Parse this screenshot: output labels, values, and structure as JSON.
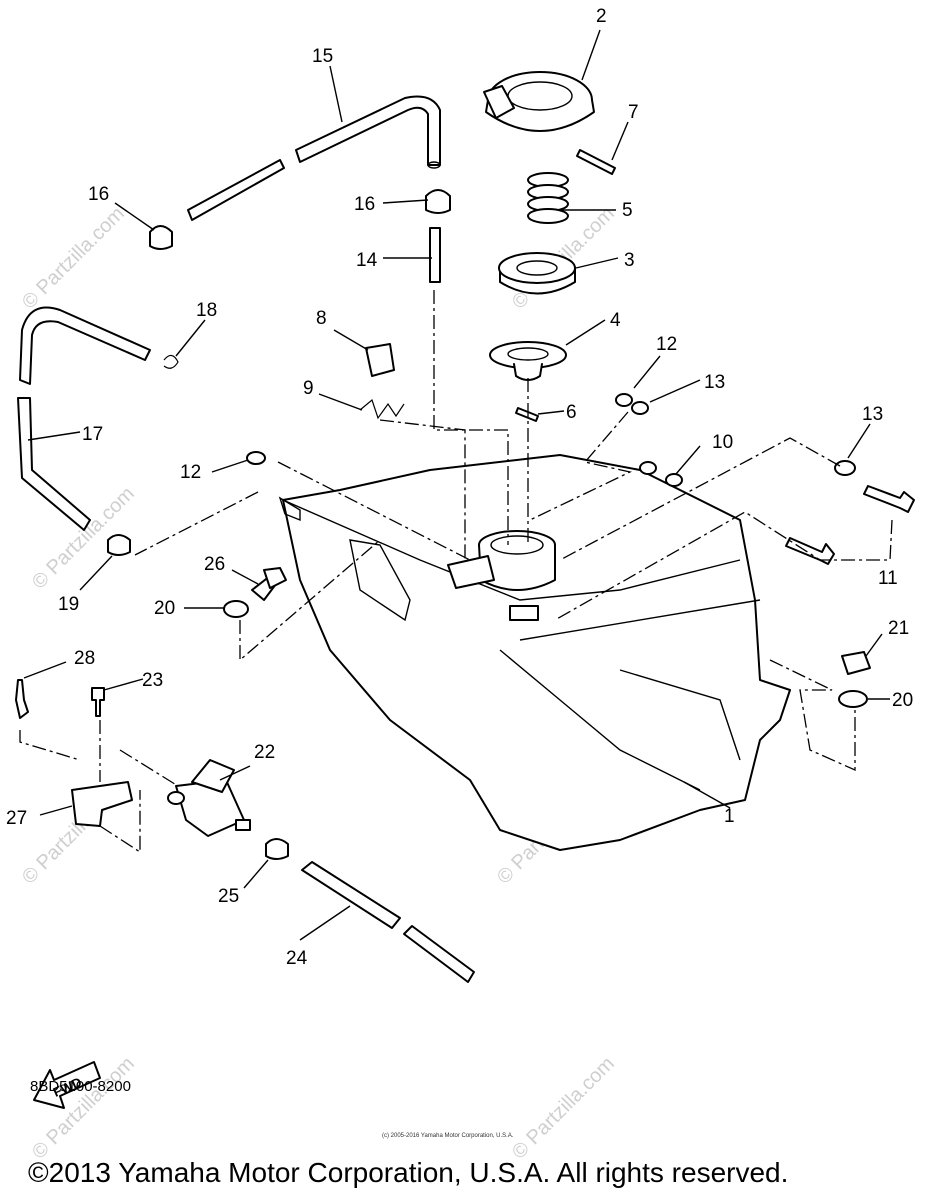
{
  "diagram": {
    "callouts": [
      "1",
      "2",
      "3",
      "4",
      "5",
      "6",
      "7",
      "8",
      "9",
      "10",
      "11",
      "12",
      "12",
      "13",
      "13",
      "14",
      "15",
      "16",
      "16",
      "17",
      "18",
      "19",
      "20",
      "20",
      "21",
      "22",
      "23",
      "24",
      "25",
      "26",
      "27",
      "28"
    ],
    "fwd_label": "FWD",
    "watermark": "© Partzilla.com",
    "ref_code": "8BD5100-8200",
    "tiny_copyright": "(c) 2005-2016 Yamaha Motor Corporation, U.S.A.",
    "copyright": "©2013 Yamaha Motor Corporation, U.S.A. All rights reserved."
  }
}
